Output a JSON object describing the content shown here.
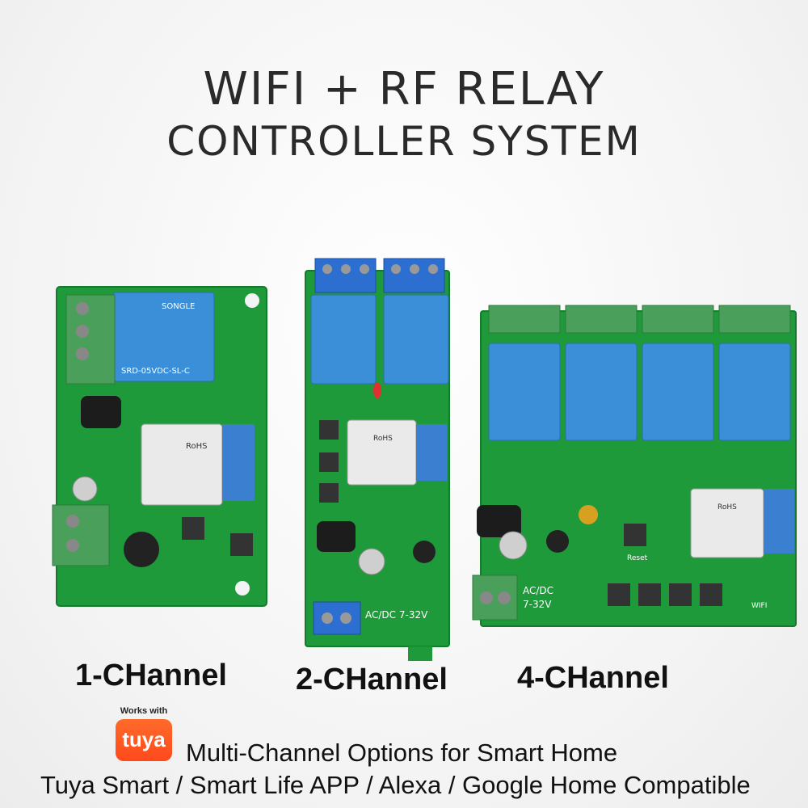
{
  "title": {
    "line1": "WIFI + RF RELAY",
    "line2": "CONTROLLER SYSTEM"
  },
  "labels": {
    "one": "1-CHannel",
    "two": "2-CHannel",
    "four": "4-CHannel"
  },
  "tuya": {
    "works_with": "Works with",
    "brand": "tuya"
  },
  "footer": {
    "line1": "Multi-Channel Options for Smart Home",
    "line2": "Tuya Smart / Smart Life APP / Alexa / Google Home Compatible"
  },
  "board_text": {
    "relay_brand": "SONGLE",
    "relay_model": "SRD-05VDC-SL-C",
    "rohs": "RoHS",
    "power": "AC/DC 7-32V",
    "reset": "Reset",
    "wifi": "WIFI"
  },
  "colors": {
    "pcb": "#1f9a3a",
    "relay": "#3a8fd8",
    "terminal_green": "#4aa05a",
    "terminal_blue": "#2c6fd0",
    "tuya": "#ff5a22"
  }
}
